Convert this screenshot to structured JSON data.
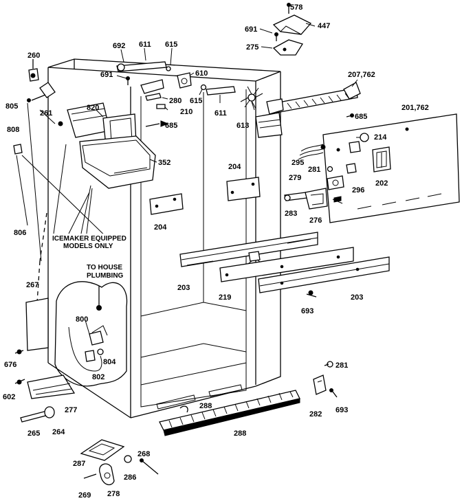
{
  "diagram": {
    "labels": {
      "p578": "578",
      "p447": "447",
      "p691a": "691",
      "p275": "275",
      "p260": "260",
      "p692": "692",
      "p611a": "611",
      "p615a": "615",
      "p691b": "691",
      "p610": "610",
      "p207": "207,762",
      "p805": "805",
      "p261": "261",
      "p820": "820",
      "p280": "280",
      "p615b": "615",
      "p210": "210",
      "p611b": "611",
      "p613": "613",
      "p685a": "685",
      "p201": "201,762",
      "p808": "808",
      "p685b": "685",
      "p214": "214",
      "p352": "352",
      "p295": "295",
      "p204a": "204",
      "p281a": "281",
      "p279": "279",
      "p296": "296",
      "p202": "202",
      "p283": "283",
      "p276": "276",
      "p204b": "204",
      "p806": "806",
      "p267": "267",
      "p203a": "203",
      "p219": "219",
      "p203b": "203",
      "p693a": "693",
      "p800": "800",
      "p804": "804",
      "p802": "802",
      "p676": "676",
      "p281b": "281",
      "p602": "602",
      "p277": "277",
      "p693b": "693",
      "p282": "282",
      "p288a": "288",
      "p288b": "288",
      "p265": "265",
      "p264": "264",
      "p268": "268",
      "p287": "287",
      "p286": "286",
      "p269": "269",
      "p278": "278"
    },
    "notes": {
      "icemaker_line1": "ICEMAKER EQUIPPED",
      "icemaker_line2": "MODELS ONLY",
      "plumbing_line1": "TO HOUSE",
      "plumbing_line2": "PLUMBING"
    }
  }
}
